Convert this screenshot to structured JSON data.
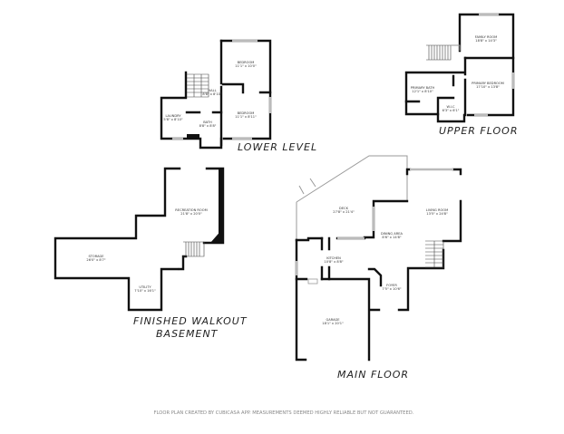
{
  "lower_level": {
    "title": "LOWER LEVEL",
    "rooms": [
      {
        "name": "BEDROOM",
        "dims": "11'1\" x 10'0\""
      },
      {
        "name": "HALL",
        "dims": "8'8\" x 8'10\""
      },
      {
        "name": "BEDROOM",
        "dims": "11'1\" x 8'11\""
      },
      {
        "name": "LAUNDRY",
        "dims": "5'8\" x 8'10\""
      },
      {
        "name": "BATH",
        "dims": "8'8\" x 8'8\""
      }
    ]
  },
  "upper_floor": {
    "title": "UPPER FLOOR",
    "rooms": [
      {
        "name": "FAMILY ROOM",
        "dims": "18'8\" x 14'3\""
      },
      {
        "name": "PRIMARY BEDROOM",
        "dims": "17'10\" x 13'8\""
      },
      {
        "name": "PRIMARY BATH",
        "dims": "12'1\" x 8'10\""
      },
      {
        "name": "W.I.C",
        "dims": "6'3\" x 6'1\""
      }
    ]
  },
  "basement": {
    "title_line1": "FINISHED WALKOUT",
    "title_line2": "BASEMENT",
    "rooms": [
      {
        "name": "RECREATION ROOM",
        "dims": "21'8\" x 20'0\""
      },
      {
        "name": "STORAGE",
        "dims": "26'0\" x 8'7\""
      },
      {
        "name": "UTILITY",
        "dims": "7'10\" x 16'1\""
      }
    ]
  },
  "main_floor": {
    "title": "MAIN FLOOR",
    "rooms": [
      {
        "name": "DECK",
        "dims": "27'8\" x 21'4\""
      },
      {
        "name": "LIVING ROOM",
        "dims": "13'5\" x 24'8\""
      },
      {
        "name": "DINING AREA",
        "dims": "8'6\" x 14'8\""
      },
      {
        "name": "KITCHEN",
        "dims": "10'8\" x 8'8\""
      },
      {
        "name": "FOYER",
        "dims": "7'5\" x 10'6\""
      },
      {
        "name": "GARAGE",
        "dims": "18'1\" x 20'1\""
      }
    ]
  },
  "footer": "FLOOR PLAN CREATED BY CUBICASA APP. MEASUREMENTS DEEMED HIGHLY RELIABLE BUT NOT GUARANTEED."
}
